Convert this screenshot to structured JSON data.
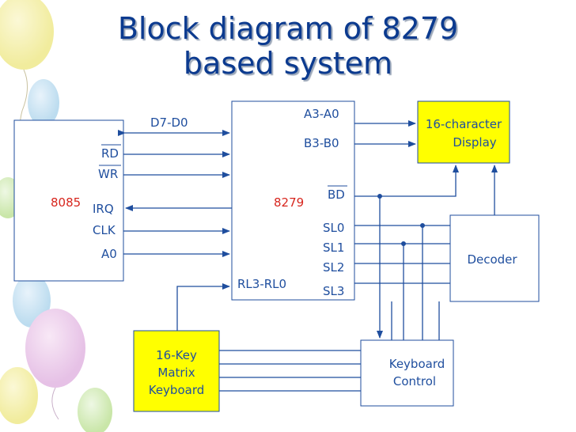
{
  "title": "Block diagram of 8279 based system",
  "blocks": {
    "cpu": "8085",
    "kdc": "8279",
    "display_line1": "16-character",
    "display_line2": "Display",
    "decoder": "Decoder",
    "keyboard_control_line1": "Keyboard",
    "keyboard_control_line2": "Control",
    "keymatrix_line1": "16-Key",
    "keymatrix_line2": "Matrix",
    "keymatrix_line3": "Keyboard"
  },
  "signals": {
    "data_bus": "D7-D0",
    "rd": "RD",
    "wr": "WR",
    "irq": "IRQ",
    "clk": "CLK",
    "a0": "A0",
    "a3a0": "A3-A0",
    "b3b0": "B3-B0",
    "bd": "BD",
    "sl0": "SL0",
    "sl1": "SL1",
    "sl2": "SL2",
    "sl3": "SL3",
    "rl": "RL3-RL0"
  },
  "colors": {
    "title": "#0b3a8f",
    "lines": "#1f4e9e",
    "highlight_label": "#d7261e",
    "block_fill_yellow": "#ffff00",
    "block_fill_white": "#ffffff"
  }
}
